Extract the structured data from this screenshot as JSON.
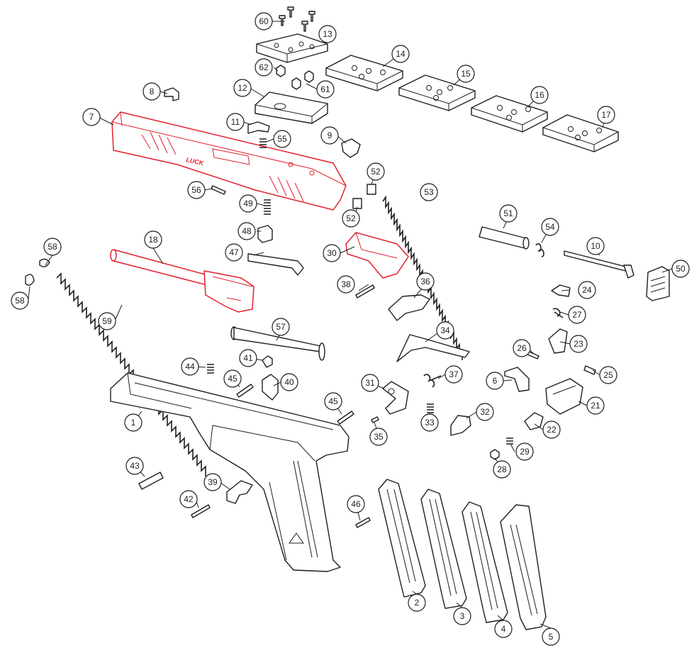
{
  "diagram": {
    "highlight_color": "#e4202c",
    "line_color": "#1e1e1e",
    "slide_marking": "LUCK",
    "callouts": [
      "1",
      "2",
      "3",
      "4",
      "5",
      "6",
      "7",
      "8",
      "9",
      "10",
      "11",
      "12",
      "13",
      "14",
      "15",
      "16",
      "17",
      "18",
      "21",
      "22",
      "23",
      "24",
      "25",
      "26",
      "27",
      "28",
      "29",
      "30",
      "31",
      "32",
      "33",
      "34",
      "35",
      "36",
      "37",
      "38",
      "39",
      "40",
      "41",
      "42",
      "43",
      "44",
      "45",
      "45",
      "46",
      "47",
      "48",
      "49",
      "50",
      "51",
      "52",
      "52",
      "53",
      "54",
      "55",
      "56",
      "57",
      "58",
      "58",
      "59",
      "60",
      "61",
      "62"
    ]
  }
}
